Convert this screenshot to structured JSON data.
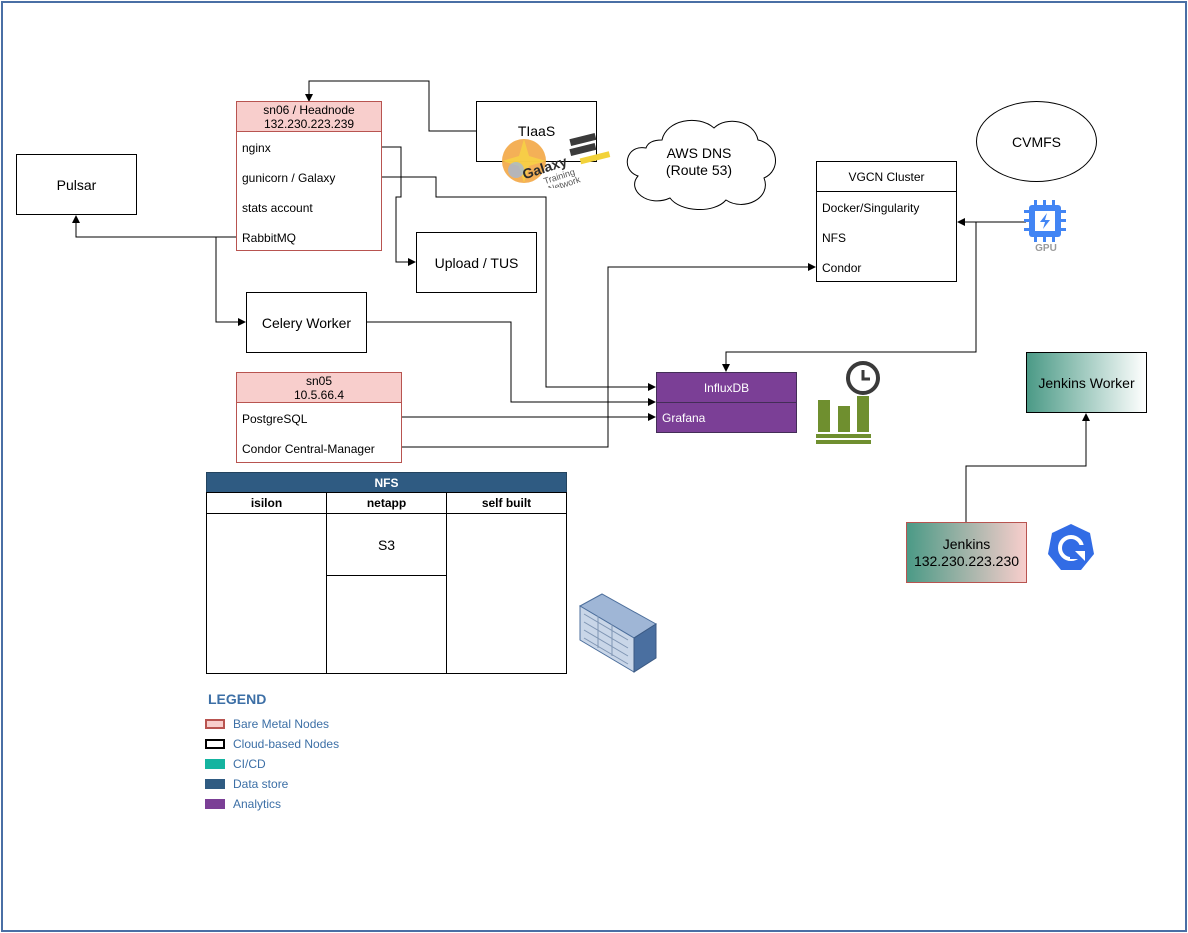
{
  "nodes": {
    "pulsar": "Pulsar",
    "headnode": {
      "title_line1": "sn06 / Headnode",
      "title_line2": "132.230.223.239",
      "rows": [
        "nginx",
        "gunicorn / Galaxy",
        "stats account",
        "RabbitMQ"
      ]
    },
    "tiaas": "TIaaS",
    "galaxy_logo": {
      "word1": "Galaxy",
      "word2": "Training",
      "word3": "Network"
    },
    "aws_dns": {
      "line1": "AWS DNS",
      "line2": "(Route 53)"
    },
    "cvmfs": "CVMFS",
    "vgcn": {
      "title": "VGCN Cluster",
      "rows": [
        "Docker/Singularity",
        "NFS",
        "Condor"
      ]
    },
    "gpu_label": "GPU",
    "upload": "Upload / TUS",
    "celery": "Celery Worker",
    "sn05": {
      "title_line1": "sn05",
      "title_line2": "10.5.66.4",
      "rows": [
        "PostgreSQL",
        "Condor Central-Manager"
      ]
    },
    "analytics": {
      "title": "InfluxDB",
      "row": "Grafana"
    },
    "jenkins_worker": "Jenkins Worker",
    "jenkins": {
      "line1": "Jenkins",
      "line2": "132.230.223.230"
    },
    "nfs": {
      "title": "NFS",
      "columns": [
        "isilon",
        "netapp",
        "self built"
      ],
      "netapp_cell": "S3"
    }
  },
  "legend": {
    "title": "LEGEND",
    "items": [
      {
        "label": "Bare Metal Nodes",
        "fill": "#f8cecc",
        "stroke": "#b85450"
      },
      {
        "label": "Cloud-based Nodes",
        "fill": "#ffffff",
        "stroke": "#000000"
      },
      {
        "label": "CI/CD",
        "fill": "#15b4a0",
        "stroke": "#15b4a0"
      },
      {
        "label": "Data store",
        "fill": "#2f5b82",
        "stroke": "#2f5b82"
      },
      {
        "label": "Analytics",
        "fill": "#7b3f96",
        "stroke": "#7b3f96"
      }
    ]
  },
  "colors": {
    "frame": "#4a6fa5",
    "bare_metal": "#f8cecc",
    "analytics": "#7b3f96",
    "data_store": "#2f5b82",
    "cicd_gradient_start": "#4b9a86",
    "gpu_icon": "#4285f4",
    "grafana_icon": "#6f8f2f"
  },
  "icons": [
    "galaxy-training-network-logo",
    "cloud-shape",
    "gpu-chip-icon",
    "bar-chart-clock-icon",
    "storage-server-icon",
    "kubernetes-refresh-icon"
  ]
}
